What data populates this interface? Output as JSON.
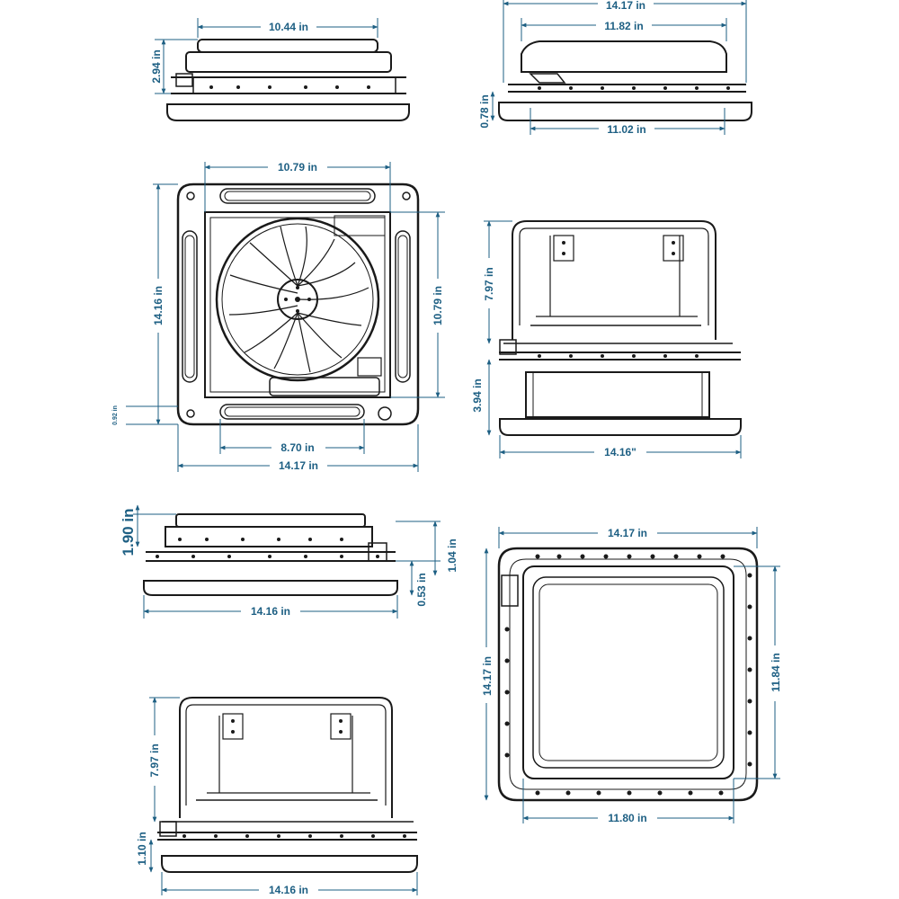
{
  "colors": {
    "dimension": "#1d5f83",
    "ink": "#1a1a1a",
    "background": "#ffffff"
  },
  "views": {
    "side_top_left": {
      "width_top": "10.44 in",
      "height": "2.94 in"
    },
    "side_top_right": {
      "overall_width": "14.17 in",
      "top_width": "11.82 in",
      "base_height": "0.78 in",
      "base_width": "11.02 in"
    },
    "top_view_fan": {
      "top_width": "10.79 in",
      "left_height": "14.16 in",
      "right_height": "10.79 in",
      "corner_offset": "0.92 in",
      "bottom_slot": "8.70 in",
      "overall_width": "14.17 in"
    },
    "side_open_right": {
      "height": "7.97 in",
      "base_height": "3.94 in",
      "width": "14.16\""
    },
    "side_mid_left": {
      "height": "1.90 in",
      "right_height": "1.04 in",
      "flange": "0.53 in",
      "width": "14.16 in"
    },
    "bottom_view": {
      "top_width": "14.17 in",
      "left_height": "14.17 in",
      "right_height": "11.84 in",
      "inner_width": "11.80 in"
    },
    "side_open_left": {
      "height": "7.97 in",
      "base_height": "1.10 in",
      "width": "14.16 in"
    }
  }
}
